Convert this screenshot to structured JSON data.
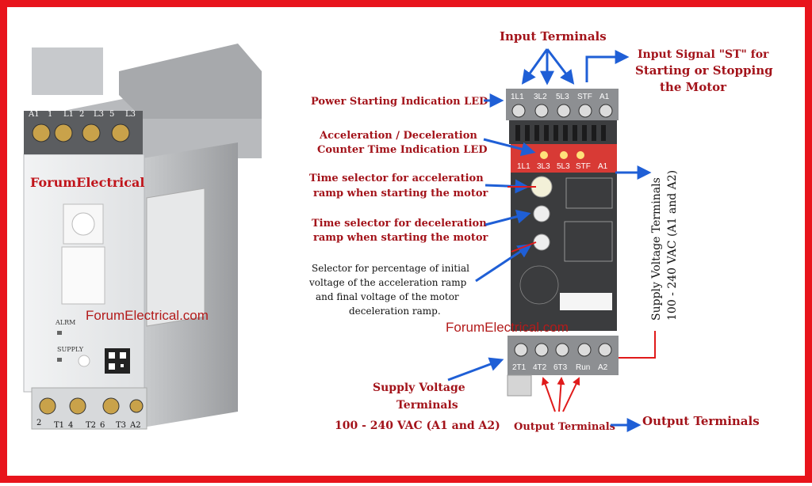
{
  "left_device": {
    "brand": "ForumElectrical",
    "top_terminals": [
      "A1",
      "1",
      "L1",
      "2",
      "L3",
      "5",
      "L3"
    ],
    "bottom_terminals": [
      "2",
      "T1",
      "4",
      "T2",
      "6",
      "T3",
      "A2"
    ],
    "status_labels": [
      "ALRM",
      "SUPPLY"
    ],
    "watermark": "ForumElectrical.com"
  },
  "right_device": {
    "top_terminals": [
      "1L1",
      "3L2",
      "5L3",
      "STF",
      "A1"
    ],
    "led_labels": [
      "1L1",
      "3L3",
      "5L3",
      "STF",
      "A1"
    ],
    "bottom_terminals": [
      "2T1",
      "4T2",
      "6T3",
      "Run",
      "A2"
    ],
    "watermark": "ForumElectrical.com"
  },
  "labels": {
    "input_terminals": "Input Terminals",
    "input_signal": [
      "Input Signal \"ST\" for",
      "Starting or Stopping",
      "the Motor"
    ],
    "power_led": "Power Starting Indication LED",
    "accel_led": [
      "Acceleration / Deceleration",
      "Counter Time Indication LED"
    ],
    "accel_selector": [
      "Time selector for acceleration",
      "ramp when starting the motor"
    ],
    "decel_selector": [
      "Time selector for deceleration",
      "ramp when starting the motor"
    ],
    "percent_selector": [
      "Selector for percentage of initial",
      "voltage of the acceleration ramp",
      "and final voltage of the motor",
      "deceleration ramp."
    ],
    "supply_vertical": [
      "Supply Voltage Terminals",
      "100 - 240 VAC (A1 and A2)"
    ],
    "supply_bottom": [
      "Supply Voltage",
      "Terminals",
      "100 - 240 VAC (A1 and A2)"
    ],
    "output_terminals_small": "Output Terminals",
    "output_terminals_big": "Output Terminals"
  },
  "colors": {
    "frame": "#e8141c",
    "label_red": "#a3131a",
    "arrow_blue": "#1f5fd6"
  }
}
